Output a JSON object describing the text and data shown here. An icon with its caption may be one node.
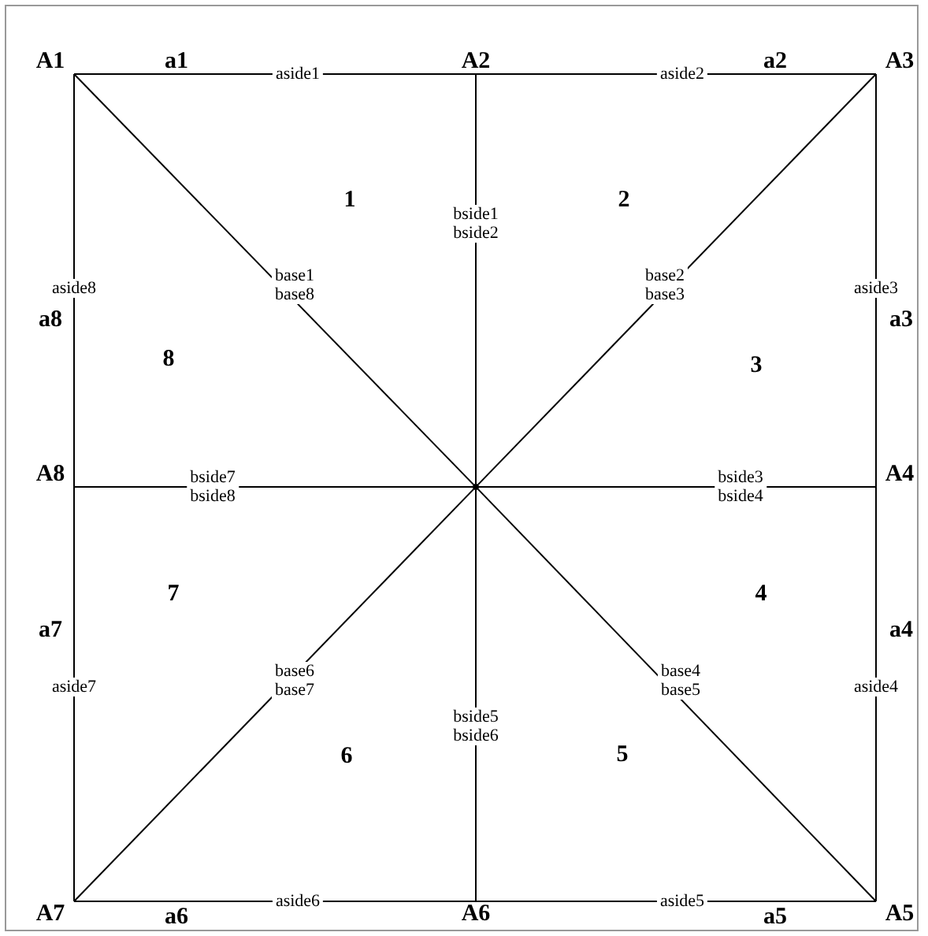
{
  "diagram": {
    "nodes": [
      {
        "text": [
          "A1"
        ]
      },
      {
        "text": [
          "A2"
        ]
      },
      {
        "text": [
          "A3"
        ]
      },
      {
        "text": [
          "A4"
        ]
      },
      {
        "text": [
          "A5"
        ]
      },
      {
        "text": [
          "A6"
        ]
      },
      {
        "text": [
          "A7"
        ]
      },
      {
        "text": [
          "A8"
        ]
      },
      {
        "text": [],
        "shape": "point"
      }
    ],
    "edges": [
      {
        "from": 0,
        "to": 1,
        "arrow": "none",
        "label": "aside1"
      },
      {
        "from": 1,
        "to": 2,
        "arrow": "none",
        "label": "aside2"
      },
      {
        "from": 2,
        "to": 3,
        "arrow": "none",
        "label": "aside3"
      },
      {
        "from": 3,
        "to": 4,
        "arrow": "none",
        "label": "aside4"
      },
      {
        "from": 4,
        "to": 5,
        "arrow": "none",
        "label": "aside5"
      },
      {
        "from": 5,
        "to": 6,
        "arrow": "none",
        "label": "aside6"
      },
      {
        "from": 6,
        "to": 7,
        "arrow": "none",
        "label": "aside7"
      },
      {
        "from": 7,
        "to": 0,
        "arrow": "none",
        "label": "aside8"
      },
      {
        "from": 0,
        "to": 8,
        "arrow": "none",
        "label": "base1 base8"
      },
      {
        "from": 1,
        "to": 8,
        "arrow": "none",
        "label": "bside1 bside2"
      },
      {
        "from": 2,
        "to": 8,
        "arrow": "none",
        "label": "base2 base3"
      },
      {
        "from": 3,
        "to": 8,
        "arrow": "none",
        "label": "bside3 bside4"
      },
      {
        "from": 4,
        "to": 8,
        "arrow": "none",
        "label": "base4 base5"
      },
      {
        "from": 5,
        "to": 8,
        "arrow": "none",
        "label": "bside5 bside6"
      },
      {
        "from": 6,
        "to": 8,
        "arrow": "none",
        "label": "base6 base7"
      },
      {
        "from": 7,
        "to": 8,
        "arrow": "none",
        "label": "bside7 bside8"
      }
    ],
    "labels": [
      "a1",
      "a2",
      "1",
      "2",
      "a8",
      "a3",
      "8",
      "3",
      "7",
      "4",
      "a7",
      "a4",
      "6",
      "5",
      "a6",
      "a5"
    ]
  }
}
